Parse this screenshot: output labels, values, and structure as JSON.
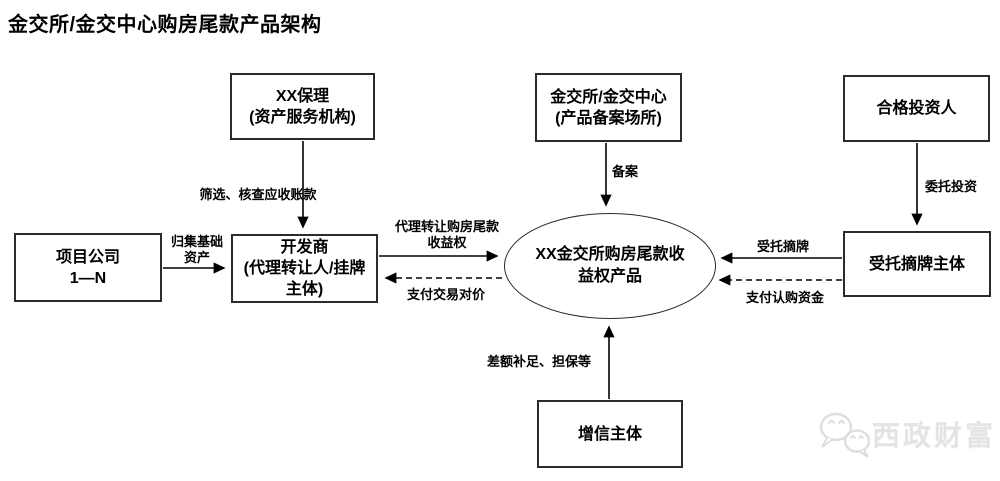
{
  "page": {
    "title": "金交所/金交中心购房尾款产品架构"
  },
  "nodes": {
    "factoring": {
      "label": "XX保理\n(资产服务机构)"
    },
    "exchange": {
      "label": "金交所/金交中心\n(产品备案场所)"
    },
    "investor": {
      "label": "合格投资人"
    },
    "project_company": {
      "label": "项目公司\n1—N"
    },
    "developer": {
      "label": "开发商\n(代理转让人/挂牌主体)"
    },
    "product": {
      "label": "XX金交所购房尾款收益权产品"
    },
    "delisting_entity": {
      "label": "受托摘牌主体"
    },
    "credit_enhancer": {
      "label": "增信主体"
    }
  },
  "edges": {
    "screen_check": {
      "label": "筛选、核查应收账款",
      "style": "solid"
    },
    "pool_assets": {
      "label": "归集基础\n资产",
      "style": "solid"
    },
    "agency_transfer": {
      "label": "代理转让购房尾款\n收益权",
      "style": "solid"
    },
    "pay_consideration": {
      "label": "支付交易对价",
      "style": "dashed"
    },
    "filing": {
      "label": "备案",
      "style": "solid"
    },
    "entrust_investment": {
      "label": "委托投资",
      "style": "solid"
    },
    "entrusted_delisting": {
      "label": "受托摘牌",
      "style": "solid"
    },
    "pay_subscription": {
      "label": "支付认购资金",
      "style": "dashed"
    },
    "credit_support": {
      "label": "差额补足、担保等",
      "style": "solid"
    }
  },
  "watermark": {
    "label": "西政财富",
    "icon": "wechat-bubbles-icon"
  },
  "colors": {
    "line": "#000000",
    "text": "#000000",
    "watermark": "#e4e4e4"
  }
}
